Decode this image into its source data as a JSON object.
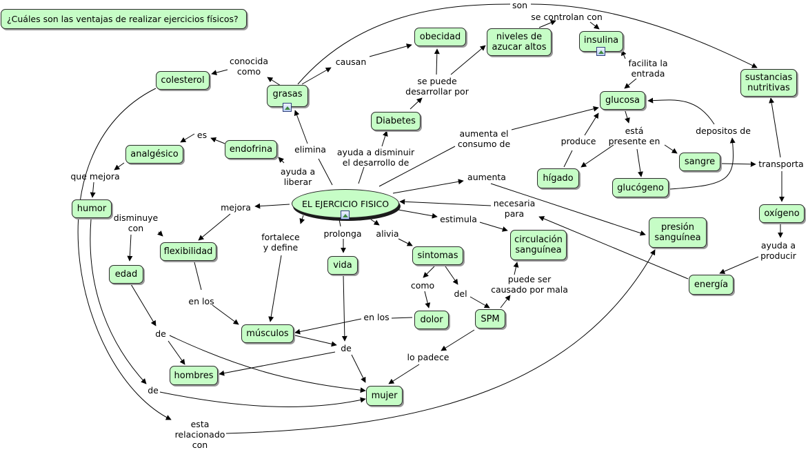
{
  "question": "¿Cuáles son las ventajas de realizar ejercicios físicos?",
  "concepts": {
    "center": "EL EJERCICIO FISICO",
    "colesterol": "colesterol",
    "grasas": "grasas",
    "obecidad": "obecidad",
    "niveles": "niveles de\nazucar altos",
    "insulina": "insulina",
    "sustancias": "sustancias\nnutritivas",
    "diabetes": "Diabetes",
    "glucosa": "glucosa",
    "endofrina": "endofrina",
    "analgesico": "analgésico",
    "humor": "humor",
    "higado": "hígado",
    "sangre": "sangre",
    "glucogeno": "glucógeno",
    "oxigeno": "oxígeno",
    "flexibilidad": "flexibilidad",
    "edad": "edad",
    "vida": "vida",
    "sintomas": "sintomas",
    "circulacion": "circulación\nsanguínea",
    "presion": "presión\nsanguínea",
    "energia": "energía",
    "musculos": "músculos",
    "dolor": "dolor",
    "spm": "SPM",
    "hombres": "hombres",
    "mujer": "mujer"
  },
  "links": {
    "son": "son",
    "se_controlan_con": "se controlan con",
    "conocida_como": "conocida\ncomo",
    "causan": "causan",
    "se_puede": "se puede\ndesarrollar por",
    "facilita": "facilita la\nentrada",
    "es": "es",
    "elimina": "elimina",
    "ayuda_disminuir": "ayuda a disminuir\nel desarrollo de",
    "aumenta_consumo": "aumenta el\nconsumo de",
    "produce": "produce",
    "esta_presente": "está\npresente en",
    "depositos": "depositos de",
    "que_mejora": "que mejora",
    "ayuda_liberar": "ayuda a\nliberar",
    "aumenta": "aumenta",
    "transporta": "transporta",
    "mejora": "mejora",
    "necesaria": "necesaria\npara",
    "disminuye": "disminuye\ncon",
    "estimula": "estimula",
    "fortalece": "fortalece\ny define",
    "prolonga": "prolonga",
    "alivia": "alivia",
    "ayuda_producir": "ayuda a\nproducir",
    "como": "como",
    "del": "del",
    "puede_ser": "puede ser\ncausado por mala",
    "en_los_1": "en los",
    "en_los_2": "en los",
    "de_1": "de",
    "de_2": "de",
    "de_3": "de",
    "lo_padece": "lo padece",
    "relacionado": "esta\nrelacionado\ncon"
  }
}
